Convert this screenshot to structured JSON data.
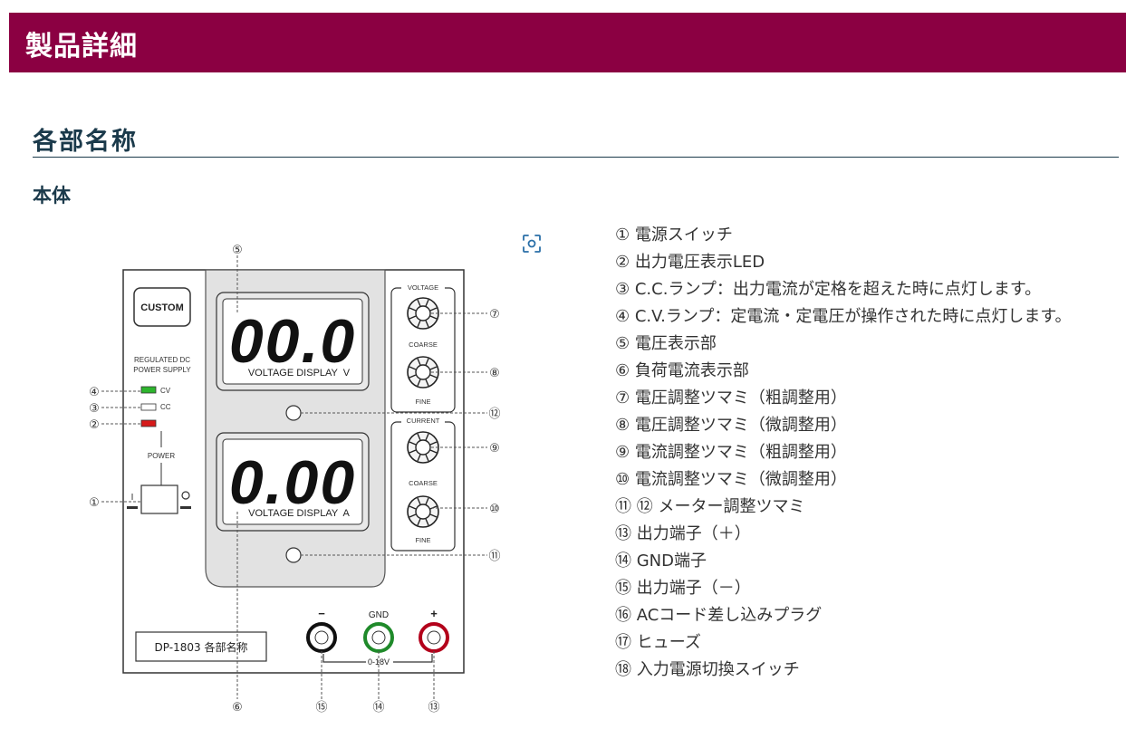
{
  "header": {
    "title": "製品詳細"
  },
  "section": {
    "title": "各部名称",
    "subtitle": "本体"
  },
  "icons": {
    "zoom": "zoom-scan-icon"
  },
  "colors": {
    "banner": "#8b0042",
    "heading": "#1b3a4b"
  },
  "diagram": {
    "brand": "CUSTOM",
    "product_line1": "REGULATED DC",
    "product_line2": "POWER SUPPLY",
    "cv_label": "CV",
    "cc_label": "CC",
    "power_label": "POWER",
    "switch_on": "I",
    "voltage_readout": "00.0",
    "voltage_display_label": "VOLTAGE DISPLAY  V",
    "current_readout": "0.00",
    "current_display_label": "VOLTAGE DISPLAY  A",
    "voltage_knob_group": "VOLTAGE",
    "current_knob_group": "CURRENT",
    "coarse_label_1": "COARSE",
    "fine_label_1": "FINE",
    "coarse_label_2": "COARSE",
    "fine_label_2": "FINE",
    "terminal_minus": "−",
    "terminal_gnd": "GND",
    "terminal_plus": "+",
    "range_label": "0-18V",
    "model_caption": "DP-1803 各部名称",
    "callouts": {
      "n1": "①",
      "n2": "②",
      "n3": "③",
      "n4": "④",
      "n5": "⑤",
      "n6": "⑥",
      "n7": "⑦",
      "n8": "⑧",
      "n9": "⑨",
      "n10": "⑩",
      "n11": "⑪",
      "n12": "⑫",
      "n13": "⑬",
      "n14": "⑭",
      "n15": "⑮"
    }
  },
  "parts": [
    "① 電源スイッチ",
    "② 出力電圧表示LED",
    "③ C.C.ランプ：出力電流が定格を超えた時に点灯します。",
    "④ C.V.ランプ：定電流・定電圧が操作された時に点灯します。",
    "⑤ 電圧表示部",
    "⑥ 負荷電流表示部",
    "⑦ 電圧調整ツマミ（粗調整用）",
    "⑧ 電圧調整ツマミ（微調整用）",
    "⑨ 電流調整ツマミ（粗調整用）",
    "⑩ 電流調整ツマミ（微調整用）",
    "⑪ ⑫ メーター調整ツマミ",
    "⑬ 出力端子（＋）",
    "⑭ GND端子",
    "⑮ 出力端子（－）",
    "⑯ ACコード差し込みプラグ",
    "⑰ ヒューズ",
    "⑱ 入力電源切換スイッチ"
  ]
}
